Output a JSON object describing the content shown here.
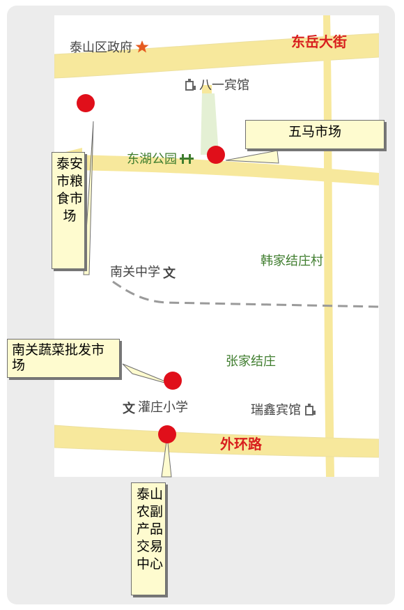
{
  "roads": {
    "dongyue": "东岳大街",
    "waihuan": "外环路"
  },
  "places": {
    "taishan_gov": "泰山区政府",
    "bayi_hotel": "八一宾馆",
    "donghu_park": "东湖公园",
    "nanguan_school": "南关中学",
    "hanjia_village": "韩家结庄村",
    "zhangjia": "张家结庄",
    "wenguan_school": "灌庄小学",
    "ruixin_hotel": "瑞鑫宾馆",
    "school_glyph": "文"
  },
  "markets": {
    "wuma": "五马市场",
    "taian_grain": "泰安市粮食市场",
    "nanguan_veg": "南关蔬菜批发市场",
    "taishan_agri": "泰山农副产品交易中心"
  },
  "icons": {
    "government": "star-icon",
    "hotel": "building-icon",
    "park": "tree-icon",
    "school": "school-icon"
  },
  "colors": {
    "road_fill": "#f7e89c",
    "road_label": "#d81e1e",
    "marker": "#e00f1a",
    "callout_bg": "#fefbcf",
    "park_label": "#3f7d2e"
  }
}
